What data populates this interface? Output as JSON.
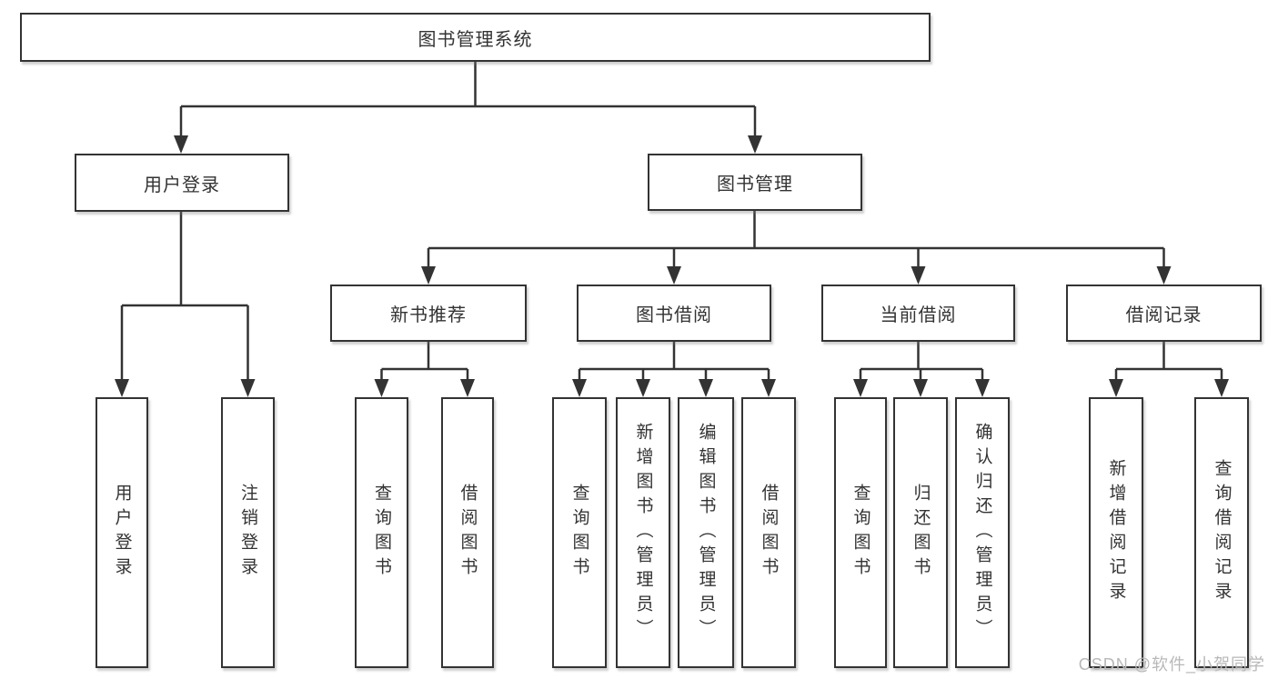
{
  "diagram": {
    "root": {
      "label": "图书管理系统"
    },
    "branches": [
      {
        "label": "用户登录",
        "children": [
          {
            "label": "用户登录"
          },
          {
            "label": "注销登录"
          }
        ]
      },
      {
        "label": "图书管理",
        "children": [
          {
            "label": "新书推荐",
            "children": [
              {
                "label": "查询图书"
              },
              {
                "label": "借阅图书"
              }
            ]
          },
          {
            "label": "图书借阅",
            "children": [
              {
                "label": "查询图书"
              },
              {
                "label": "新增图书（管理员）"
              },
              {
                "label": "编辑图书（管理员）"
              },
              {
                "label": "借阅图书"
              }
            ]
          },
          {
            "label": "当前借阅",
            "children": [
              {
                "label": "查询图书"
              },
              {
                "label": "归还图书"
              },
              {
                "label": "确认归还（管理员）"
              }
            ]
          },
          {
            "label": "借阅记录",
            "children": [
              {
                "label": "新增借阅记录"
              },
              {
                "label": "查询借阅记录"
              }
            ]
          }
        ]
      }
    ],
    "watermark": "CSDN @软件_小贺同学",
    "colors": {
      "line": "#333333",
      "text": "#333333",
      "box_background": "#ffffff",
      "watermark_text": "#b8b8b8",
      "background": "#ffffff"
    }
  }
}
